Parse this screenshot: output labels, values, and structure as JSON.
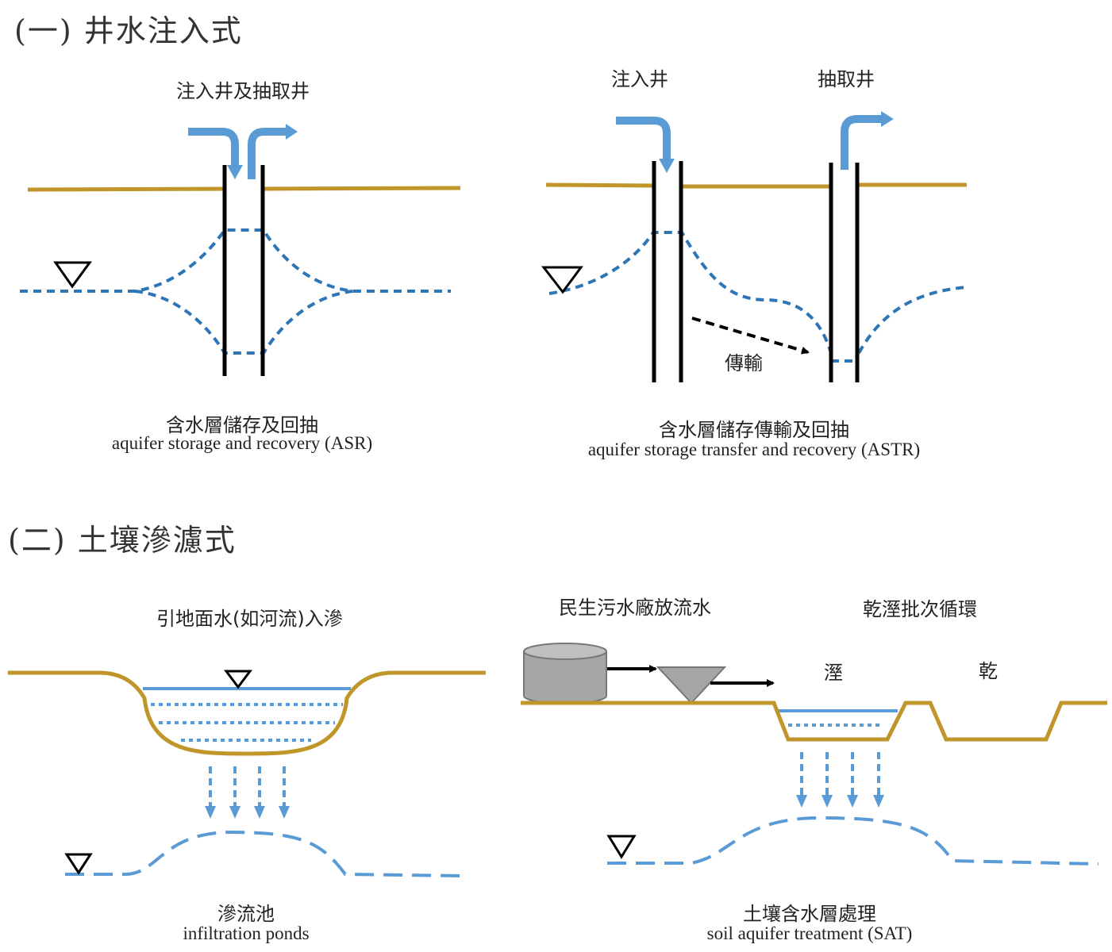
{
  "section1": {
    "title": "(一) 井水注入式",
    "asr": {
      "label": "注入井及抽取井",
      "caption_zh": "含水層儲存及回抽",
      "caption_en": "aquifer storage and recovery (ASR)"
    },
    "astr": {
      "injection_label": "注入井",
      "extraction_label": "抽取井",
      "transfer_label": "傳輸",
      "caption_zh": "含水層儲存傳輸及回抽",
      "caption_en": "aquifer storage transfer and recovery (ASTR)"
    }
  },
  "section2": {
    "title": "(二) 土壤滲濾式",
    "ponds": {
      "label": "引地面水(如河流)入滲",
      "caption_zh": "滲流池",
      "caption_en": "infiltration ponds"
    },
    "sat": {
      "source_label": "民生污水廠放流水",
      "cycle_label": "乾溼批次循環",
      "wet_label": "溼",
      "dry_label": "乾",
      "caption_zh": "土壤含水層處理",
      "caption_en": "soil aquifer treatment  (SAT)"
    }
  },
  "colors": {
    "ground": "#c0962b",
    "water": "#2e75b6",
    "arrow": "#5b9bd5",
    "well": "#000000",
    "tank": "#a6a6a6"
  },
  "icons": {
    "water_table": "inverted-triangle-icon",
    "flow": "curved-arrow-icon",
    "tank": "cylinder-tank-icon",
    "filter": "funnel-icon"
  }
}
